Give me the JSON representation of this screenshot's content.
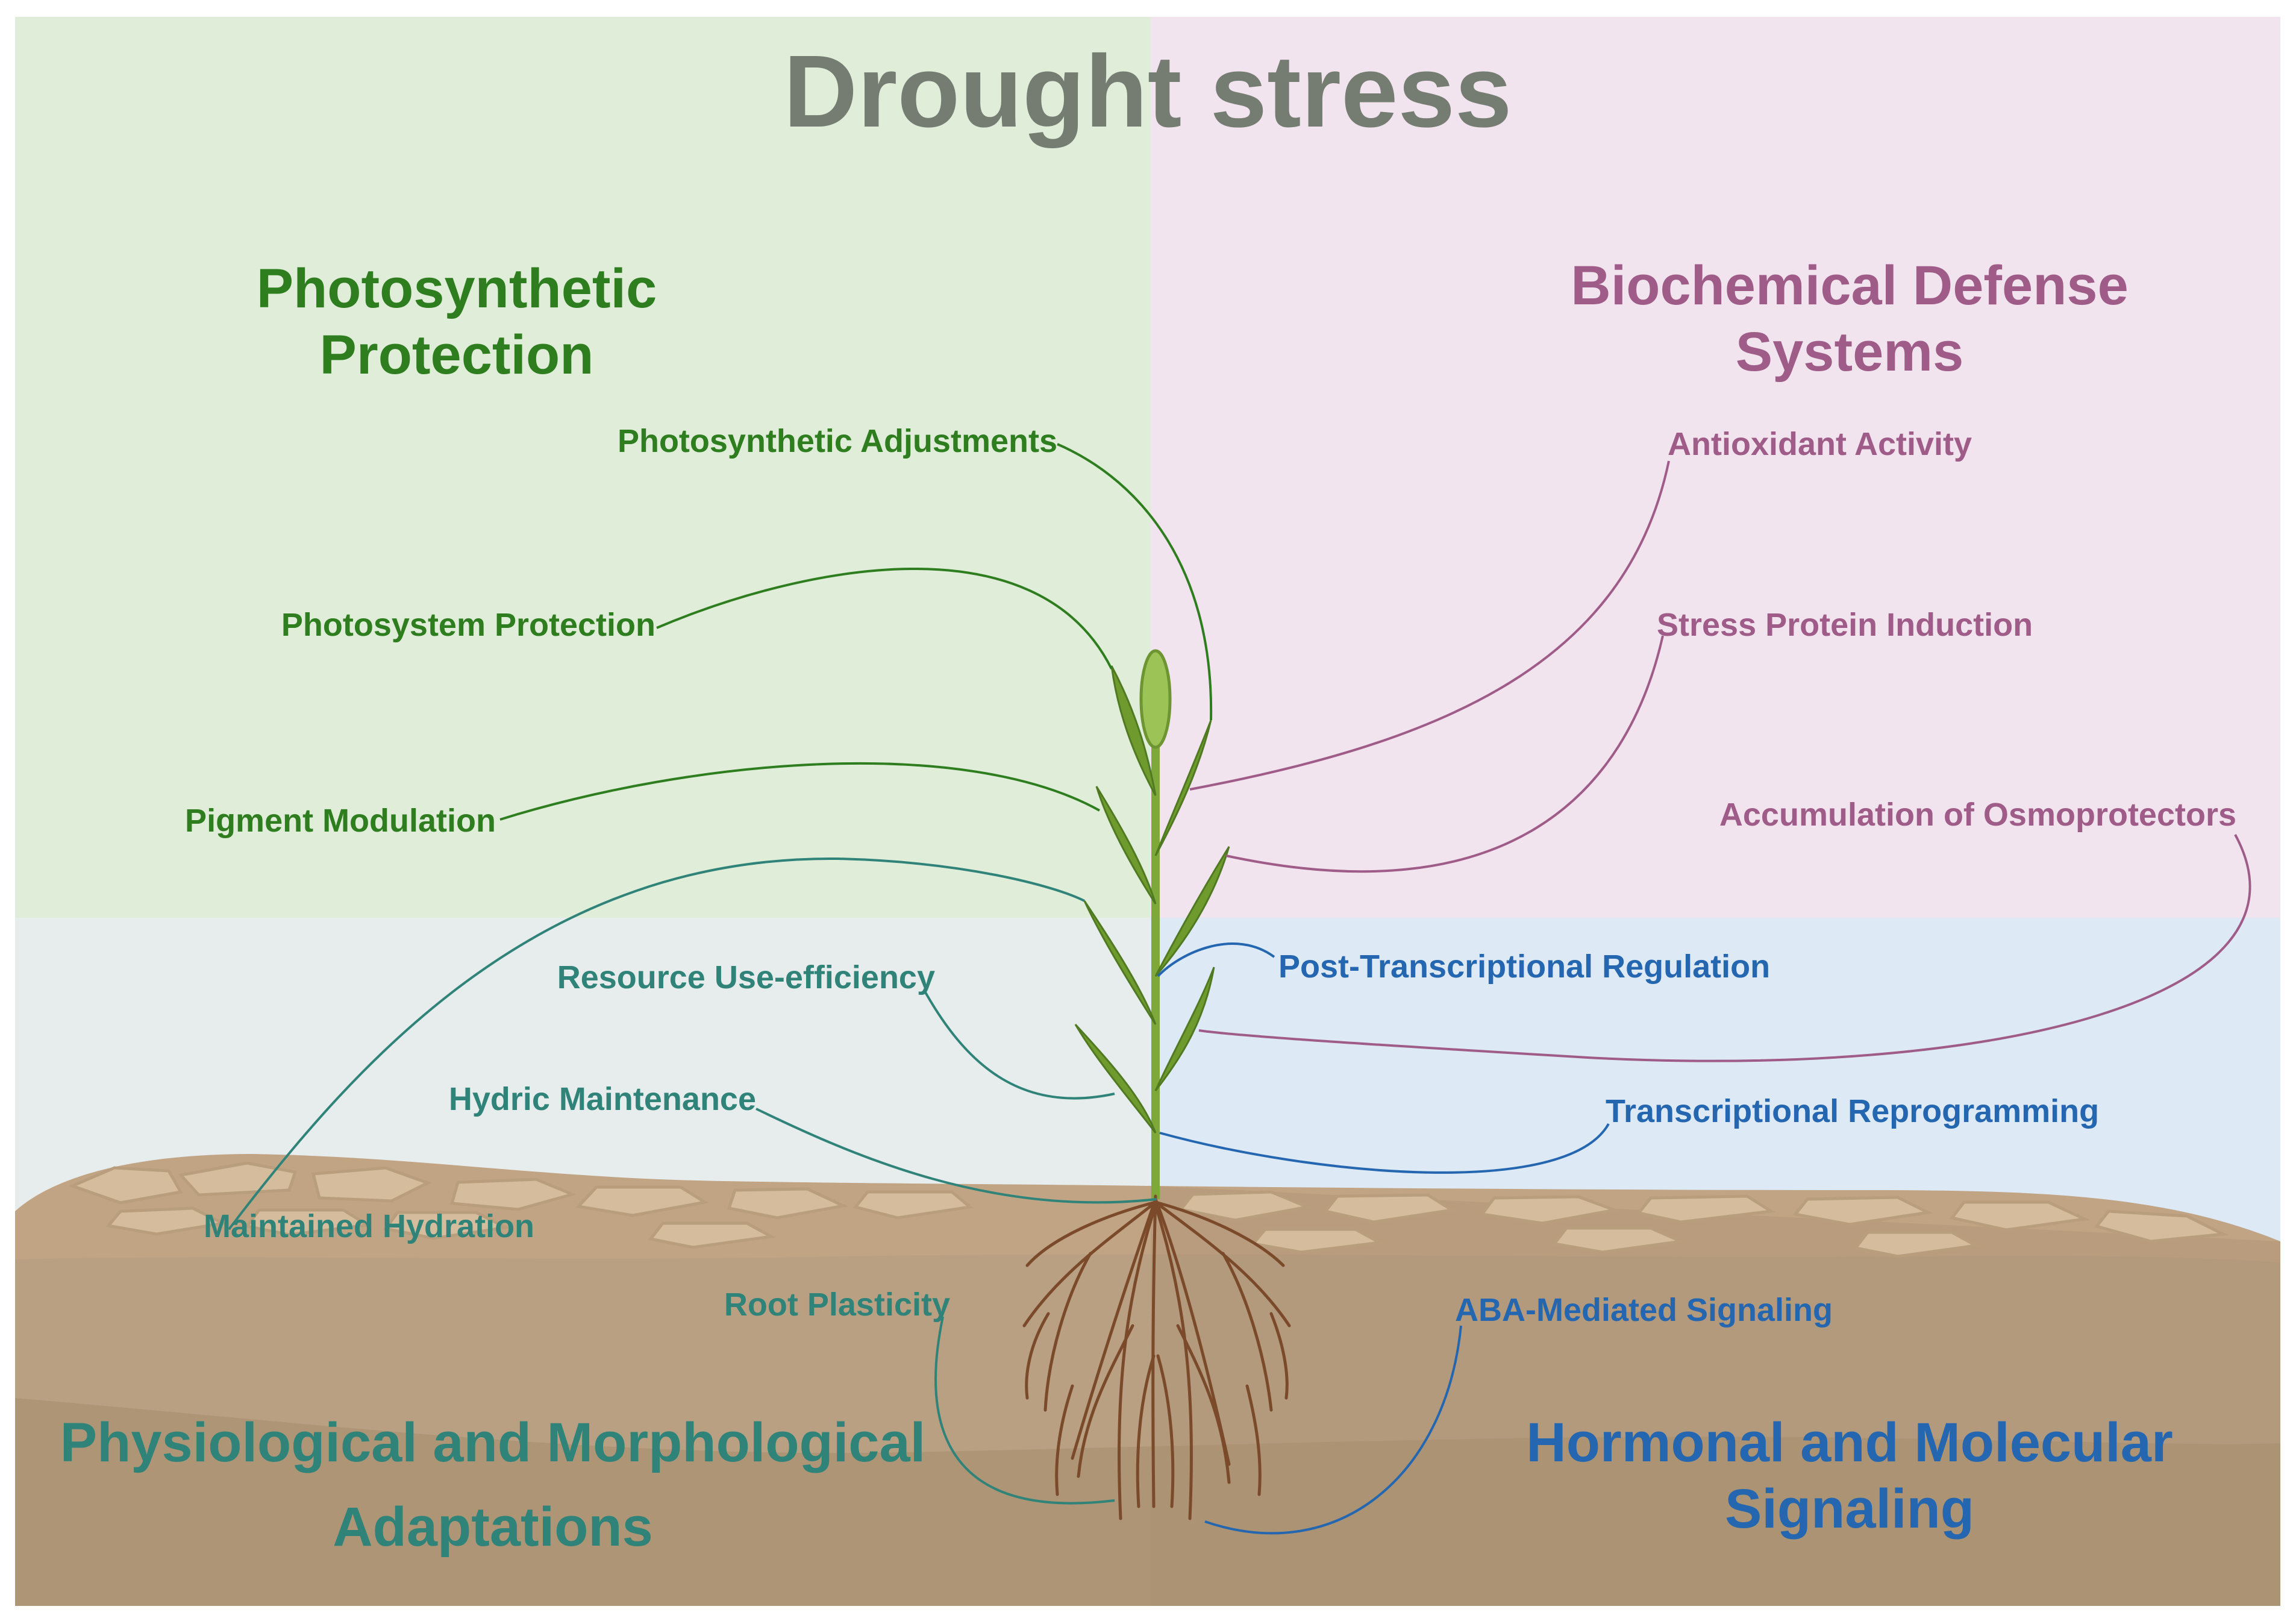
{
  "title": "Drought stress",
  "colors": {
    "photosynthetic": "#2e7d1e",
    "biochemical": "#a05c88",
    "physiological": "#2f8378",
    "hormonal": "#2467b0",
    "title": "#757d72",
    "bg_green": "#dfedd9",
    "bg_pink": "#f1e4ee",
    "bg_grey": "#e7ecec",
    "bg_blue": "#dde9f5",
    "soil": "#b59a7a",
    "root": "#7a4a2a",
    "leaf": "#6f9a2e"
  },
  "quadrants": {
    "photosynthetic": {
      "heading_line1": "Photosynthetic",
      "heading_line2": "Protection",
      "items": [
        "Photosynthetic Adjustments",
        "Photosystem Protection",
        "Pigment Modulation"
      ]
    },
    "biochemical": {
      "heading_line1": "Biochemical Defense",
      "heading_line2": "Systems",
      "items": [
        "Antioxidant Activity",
        "Stress Protein Induction",
        "Accumulation of Osmoprotectors"
      ]
    },
    "physiological": {
      "heading_line1": "Physiological and Morphological",
      "heading_line2": "Adaptations",
      "items": [
        "Resource Use-efficiency",
        "Hydric Maintenance",
        "Maintained Hydration",
        "Root Plasticity"
      ]
    },
    "hormonal": {
      "heading_line1": "Hormonal and Molecular",
      "heading_line2": "Signaling",
      "items": [
        "Post-Transcriptional Regulation",
        "Transcriptional Reprogramming",
        "ABA-Mediated Signaling"
      ]
    }
  }
}
